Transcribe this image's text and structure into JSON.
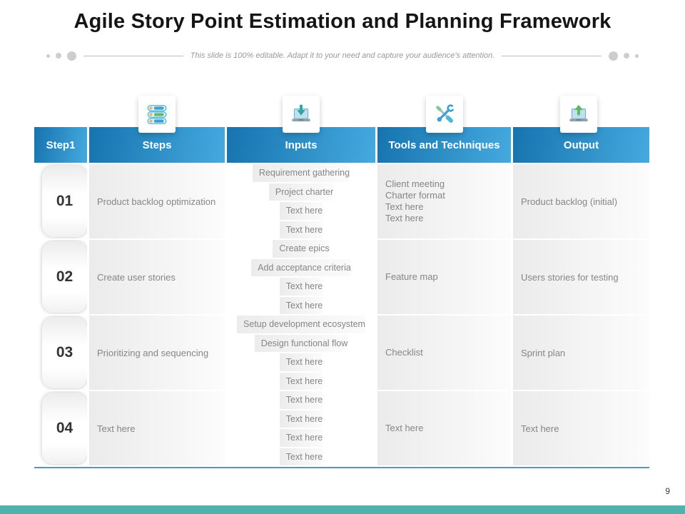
{
  "slide": {
    "title": "Agile Story Point Estimation and Planning Framework",
    "subtitle": "This slide is 100% editable. Adapt it to your need and capture your audience's attention.",
    "page_number": "9"
  },
  "header": {
    "col_step": "Step1",
    "col_steps": "Steps",
    "col_inputs": "Inputs",
    "col_tools": "Tools and Techniques",
    "col_output": "Output"
  },
  "icons": {
    "steps": "toggles-list-icon",
    "inputs": "laptop-download-icon",
    "tools": "wrench-screwdriver-icon",
    "output": "laptop-upload-icon"
  },
  "rows": [
    {
      "num": "01",
      "step": "Product backlog optimization",
      "inputs": [
        "Requirement gathering",
        "Project charter",
        "Text here",
        "Text here"
      ],
      "tools": "Client meeting\nCharter format\nText here\nText here",
      "output": "Product backlog (initial)"
    },
    {
      "num": "02",
      "step": "Create user stories",
      "inputs": [
        "Create epics",
        "Add acceptance criteria",
        "Text here",
        "Text here"
      ],
      "tools": "Feature map",
      "output": "Users stories for testing"
    },
    {
      "num": "03",
      "step": "Prioritizing and sequencing",
      "inputs": [
        "Setup development ecosystem",
        "Design functional flow",
        "Text here",
        "Text here"
      ],
      "tools": "Checklist",
      "output": "Sprint plan"
    },
    {
      "num": "04",
      "step": "Text here",
      "inputs": [
        "Text here",
        "Text here",
        "Text here",
        "Text here"
      ],
      "tools": "Text here",
      "output": "Text here"
    }
  ],
  "colors": {
    "header_gradient_start": "#1673ae",
    "header_gradient_end": "#45aadf",
    "accent_line": "#3f9ec5",
    "footer_bar": "#4fb2ad"
  }
}
